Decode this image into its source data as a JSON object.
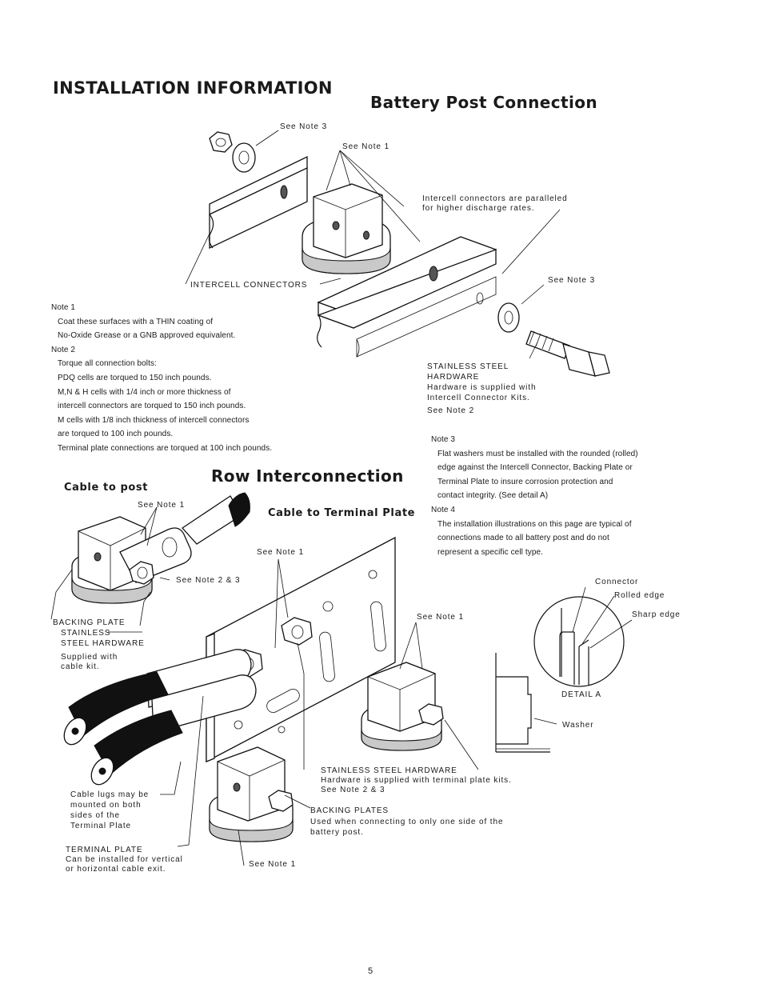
{
  "headings": {
    "installation": "INSTALLATION INFORMATION",
    "battery_post": "Battery Post Connection",
    "row_interconnection": "Row Interconnection",
    "cable_to_post": "Cable to post",
    "cable_to_terminal_plate": "Cable to Terminal Plate"
  },
  "callouts": {
    "see_note_3_top": "See Note 3",
    "see_note_1_top": "See Note 1",
    "parallel_1": "Intercell connectors are paralleled",
    "parallel_2": "for higher discharge rates.",
    "see_note_3_right": "See Note 3",
    "intercell_connectors": "INTERCELL CONNECTORS",
    "ssh_top_1": "STAINLESS STEEL",
    "ssh_top_2": "HARDWARE",
    "ssh_top_3": "Hardware is supplied with",
    "ssh_top_4": "Intercell Connector Kits.",
    "ssh_top_5": "See Note 2",
    "see_note_1_cable": "See Note 1",
    "see_note_2_3_cable": "See Note 2 & 3",
    "backing_plate": "BACKING PLATE",
    "ssh_left_1": "STAINLESS",
    "ssh_left_2": "STEEL HARDWARE",
    "ssh_left_3": "Supplied with",
    "ssh_left_4": "cable kit.",
    "see_note_1_plate": "See Note 1",
    "see_note_1_cell": "See Note 1",
    "ssh_bottom_1": "STAINLESS STEEL HARDWARE",
    "ssh_bottom_2": "Hardware is supplied with terminal plate kits.",
    "ssh_bottom_3": "See Note 2 & 3",
    "bp_bottom_1": "BACKING PLATES",
    "bp_bottom_2": "Used when connecting to only one side of the",
    "bp_bottom_3": "battery post.",
    "lugs_1": "Cable lugs may be",
    "lugs_2": "mounted on both",
    "lugs_3": "sides of the",
    "lugs_4": "Terminal Plate",
    "tp_1": "TERMINAL PLATE",
    "tp_2": "Can be installed for vertical",
    "tp_3": "or horizontal cable exit.",
    "see_note_1_bottom": "See Note 1",
    "connector": "Connector",
    "rolled_edge": "Rolled edge",
    "sharp_edge": "Sharp edge",
    "detail_a": "DETAIL A",
    "washer": "Washer"
  },
  "notes_left": {
    "n1_title": "Note 1",
    "n1_l1": "Coat these surfaces with a THIN coating of",
    "n1_l2": "No-Oxide Grease or a GNB approved equivalent.",
    "n2_title": "Note 2",
    "n2_l1": "Torque all connection bolts:",
    "n2_l2": "PDQ cells are torqued to 150 inch pounds.",
    "n2_l3": "M,N & H cells with 1/4 inch or more thickness of",
    "n2_l4": "intercell connectors  are torqued to 150 inch pounds.",
    "n2_l5": "M cells with 1/8 inch thickness of intercell connectors",
    "n2_l6": "are torqued to 100 inch pounds.",
    "n2_l7": "Terminal plate connections are torqued at 100 inch pounds."
  },
  "notes_right": {
    "n3_title": "Note 3",
    "n3_l1": "Flat washers must be installed with the rounded (rolled)",
    "n3_l2": "edge against the Intercell Connector, Backing Plate or",
    "n3_l3": "Terminal Plate to insure corrosion protection and",
    "n3_l4": "contact integrity. (See detail A)",
    "n4_title": "Note 4",
    "n4_l1": "The installation illustrations on this page are typical of",
    "n4_l2": "connections made to all battery post and do not",
    "n4_l3": "represent a specific cell type."
  },
  "page_number": "5"
}
